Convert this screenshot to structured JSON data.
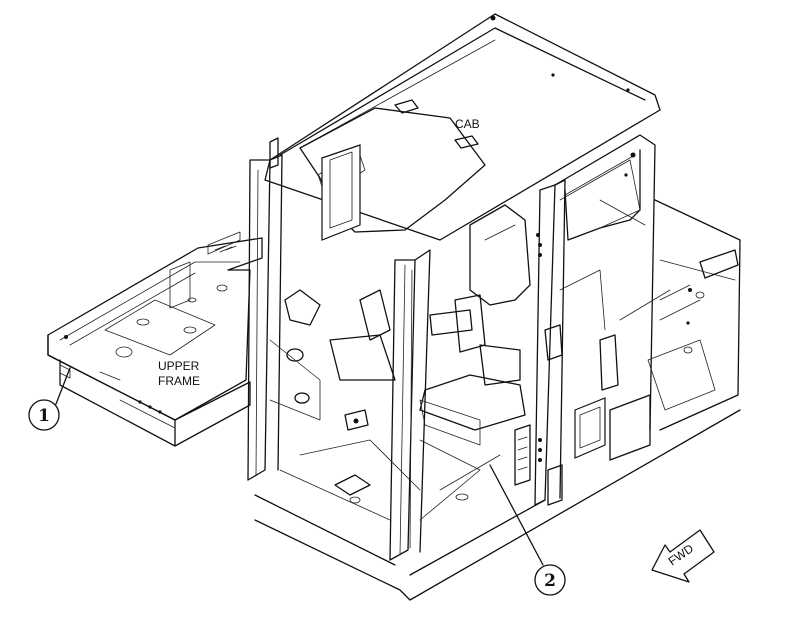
{
  "labels": {
    "cab": "CAB",
    "upper_frame_line1": "UPPER",
    "upper_frame_line2": "FRAME",
    "fwd": "FWD"
  },
  "callouts": [
    {
      "number": "1",
      "target": "upper frame"
    },
    {
      "number": "2",
      "target": "cab"
    }
  ]
}
